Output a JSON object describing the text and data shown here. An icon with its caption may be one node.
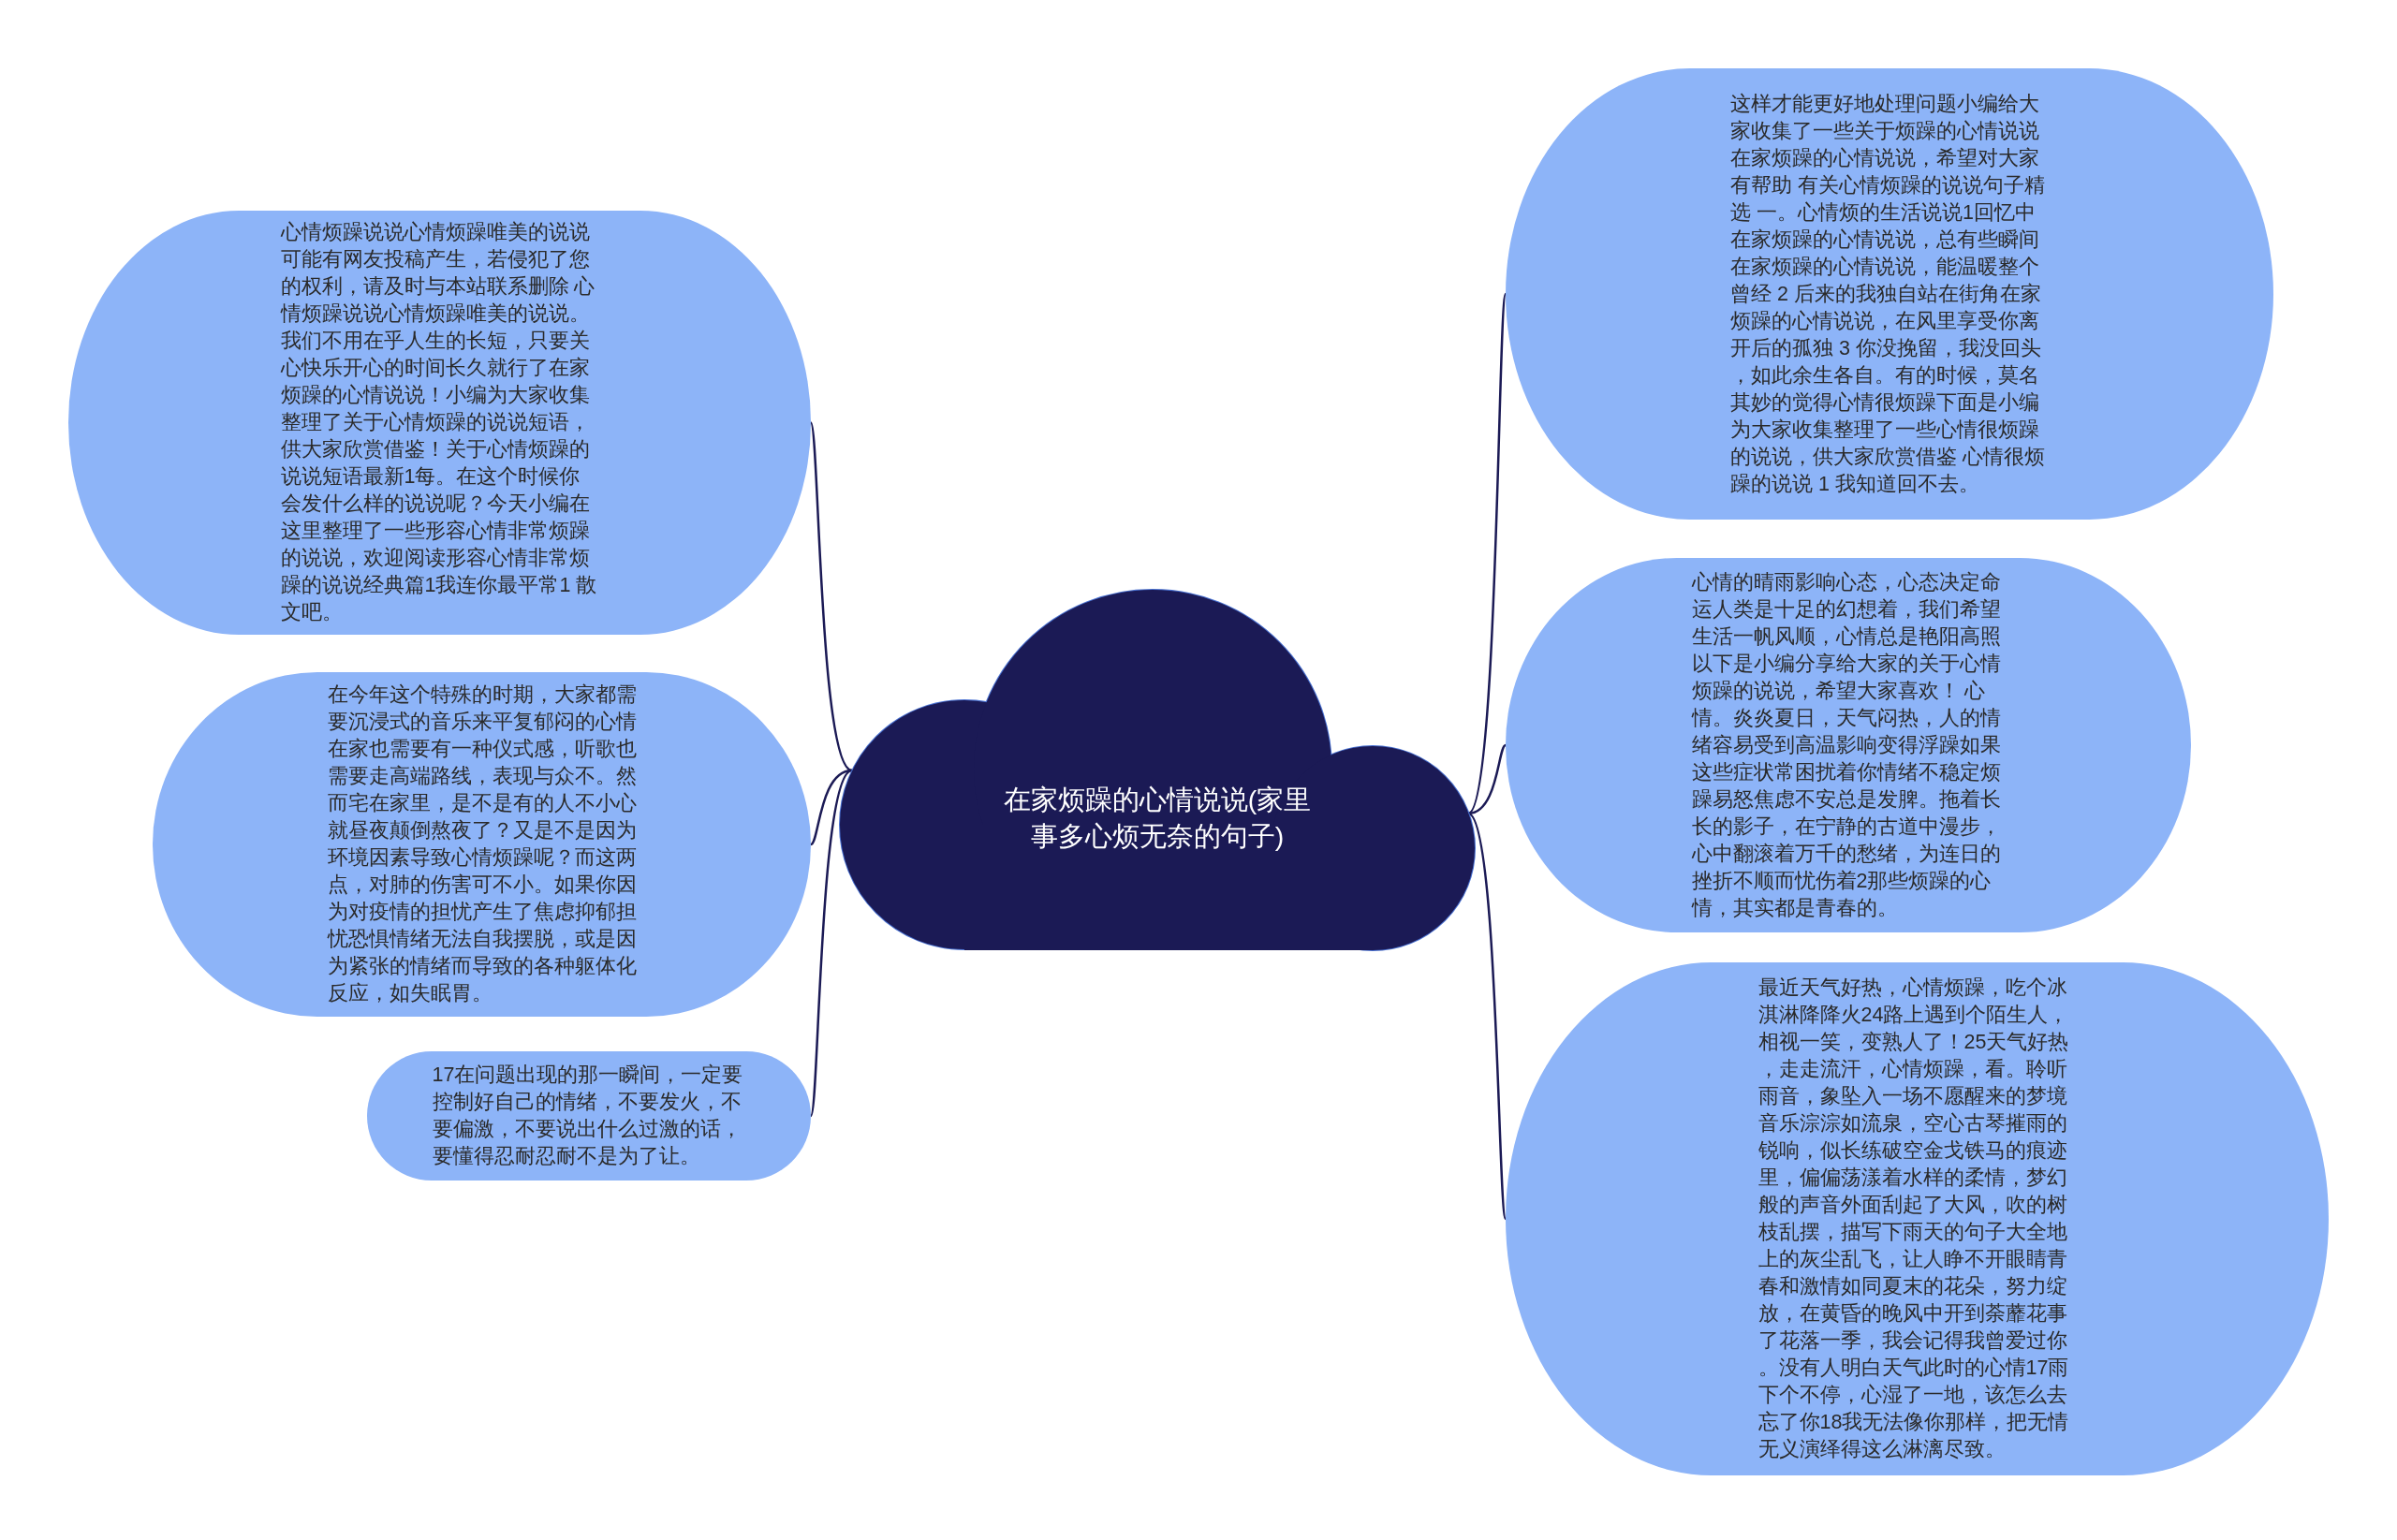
{
  "diagram": {
    "nodes": [
      {
        "text": [
          "在家烦躁的心情说说(家里事多心烦无奈的句子)"
        ]
      },
      {
        "text": [
          "心情烦躁说说心情烦躁唯美的说说可能有网友投稿产生，若侵犯了您的权利，请及时与本站联系删除 心情烦躁说说心情烦躁唯美的说说。我们不用在乎人生的长短，只要关心快乐开心的时间长久就行了在家烦躁的心情说说！小编为大家收集整理了关于心情烦躁的说说短语，供大家欣赏借鉴！关于心情烦躁的说说短语最新1每。在这个时候你会发什么样的说说呢？今天小编在这里整理了一些形容心情非常烦躁的说说，欢迎阅读形容心情非常烦躁的说说经典篇1我连你最平常1 散文吧。"
        ]
      },
      {
        "text": [
          "在今年这个特殊的时期，大家都需要沉浸式的音乐来平复郁闷的心情在家也需要有一种仪式感，听歌也需要走高端路线，表现与众不。然而宅在家里，是不是有的人不小心就昼夜颠倒熬夜了？又是不是因为环境因素导致心情烦躁呢？而这两点，对肺的伤害可不小。如果你因为对疫情的担忧产生了焦虑抑郁担忧恐惧情绪无法自我摆脱，或是因为紧张的情绪而导致的各种躯体化反应，如失眠胃。"
        ]
      },
      {
        "text": [
          "17在问题出现的那一瞬间，一定要控制好自己的情绪，不要发火，不要偏激，不要说出什么过激的话，要懂得忍耐忍耐不是为了让。"
        ]
      },
      {
        "text": [
          "这样才能更好地处理问题小编给大家收集了一些关于烦躁的心情说说在家烦躁的心情说说，希望对大家有帮助 有关心情烦躁的说说句子精选 一。心情烦的生活说说1回忆中在家烦躁的心情说说，总有些瞬间在家烦躁的心情说说，能温暖整个曾经 2 后来的我独自站在街角在家烦躁的心情说说，在风里享受你离开后的孤独 3 你没挽留，我没回头，如此余生各自。有的时候，莫名其妙的觉得心情很烦躁下面是小编为大家收集整理了一些心情很烦躁的说说，供大家欣赏借鉴 心情很烦躁的说说 1 我知道回不去。"
        ]
      },
      {
        "text": [
          "心情的晴雨影响心态，心态决定命运人类是十足的幻想着，我们希望生活一帆风顺，心情总是艳阳高照以下是小编分享给大家的关于心情烦躁的说说，希望大家喜欢！ 心情。炎炎夏日，天气闷热，人的情绪容易受到高温影响变得浮躁如果这些症状常困扰着你情绪不稳定烦躁易怒焦虑不安总是发脾。拖着长长的影子，在宁静的古道中漫步，心中翻滚着万千的愁绪，为连日的挫折不顺而忧伤着2那些烦躁的心情，其实都是青春的。"
        ]
      },
      {
        "text": [
          "最近天气好热，心情烦躁，吃个冰淇淋降降火24路上遇到个陌生人，相视一笑，变熟人了！25天气好热，走走流汗，心情烦躁，看。聆听雨音，象坠入一场不愿醒来的梦境音乐淙淙如流泉，空心古琴摧雨的锐响，似长练破空金戈铁马的痕迹里，偏偏荡漾着水样的柔情，梦幻般的声音外面刮起了大风，吹的树枝乱摆，描写下雨天的句子大全地上的灰尘乱飞，让人睁不开眼睛青春和激情如同夏末的花朵，努力绽放，在黄昏的晚风中开到荼蘼花事了花落一季，我会记得我曾爱过你。没有人明白天气此时的心情17雨下个不停，心湿了一地，该怎么去忘了你18我无法像你那样，把无情无义演绎得这么淋漓尽致。"
        ]
      }
    ],
    "edges": [
      {
        "from": 0,
        "to": 1,
        "arrow": "none"
      },
      {
        "from": 0,
        "to": 2,
        "arrow": "none"
      },
      {
        "from": 0,
        "to": 3,
        "arrow": "none"
      },
      {
        "from": 0,
        "to": 4,
        "arrow": "none"
      },
      {
        "from": 0,
        "to": 5,
        "arrow": "none"
      },
      {
        "from": 0,
        "to": 6,
        "arrow": "none"
      }
    ]
  }
}
